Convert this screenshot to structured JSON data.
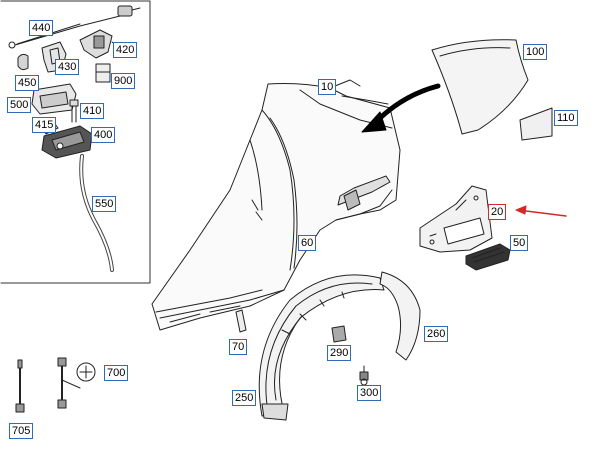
{
  "diagram": {
    "callouts": {
      "c10": "10",
      "c20": "20",
      "c50": "50",
      "c60": "60",
      "c70": "70",
      "c100": "100",
      "c110": "110",
      "c250": "250",
      "c260": "260",
      "c290": "290",
      "c300": "300",
      "c400": "400",
      "c410": "410",
      "c415": "415",
      "c420": "420",
      "c430": "430",
      "c440": "440",
      "c450": "450",
      "c500": "500",
      "c550": "550",
      "c700": "700",
      "c705": "705",
      "c900": "900"
    },
    "highlighted_part": "20",
    "highlight_color": "#d62828",
    "callout_border_color": "#2e6db4"
  }
}
